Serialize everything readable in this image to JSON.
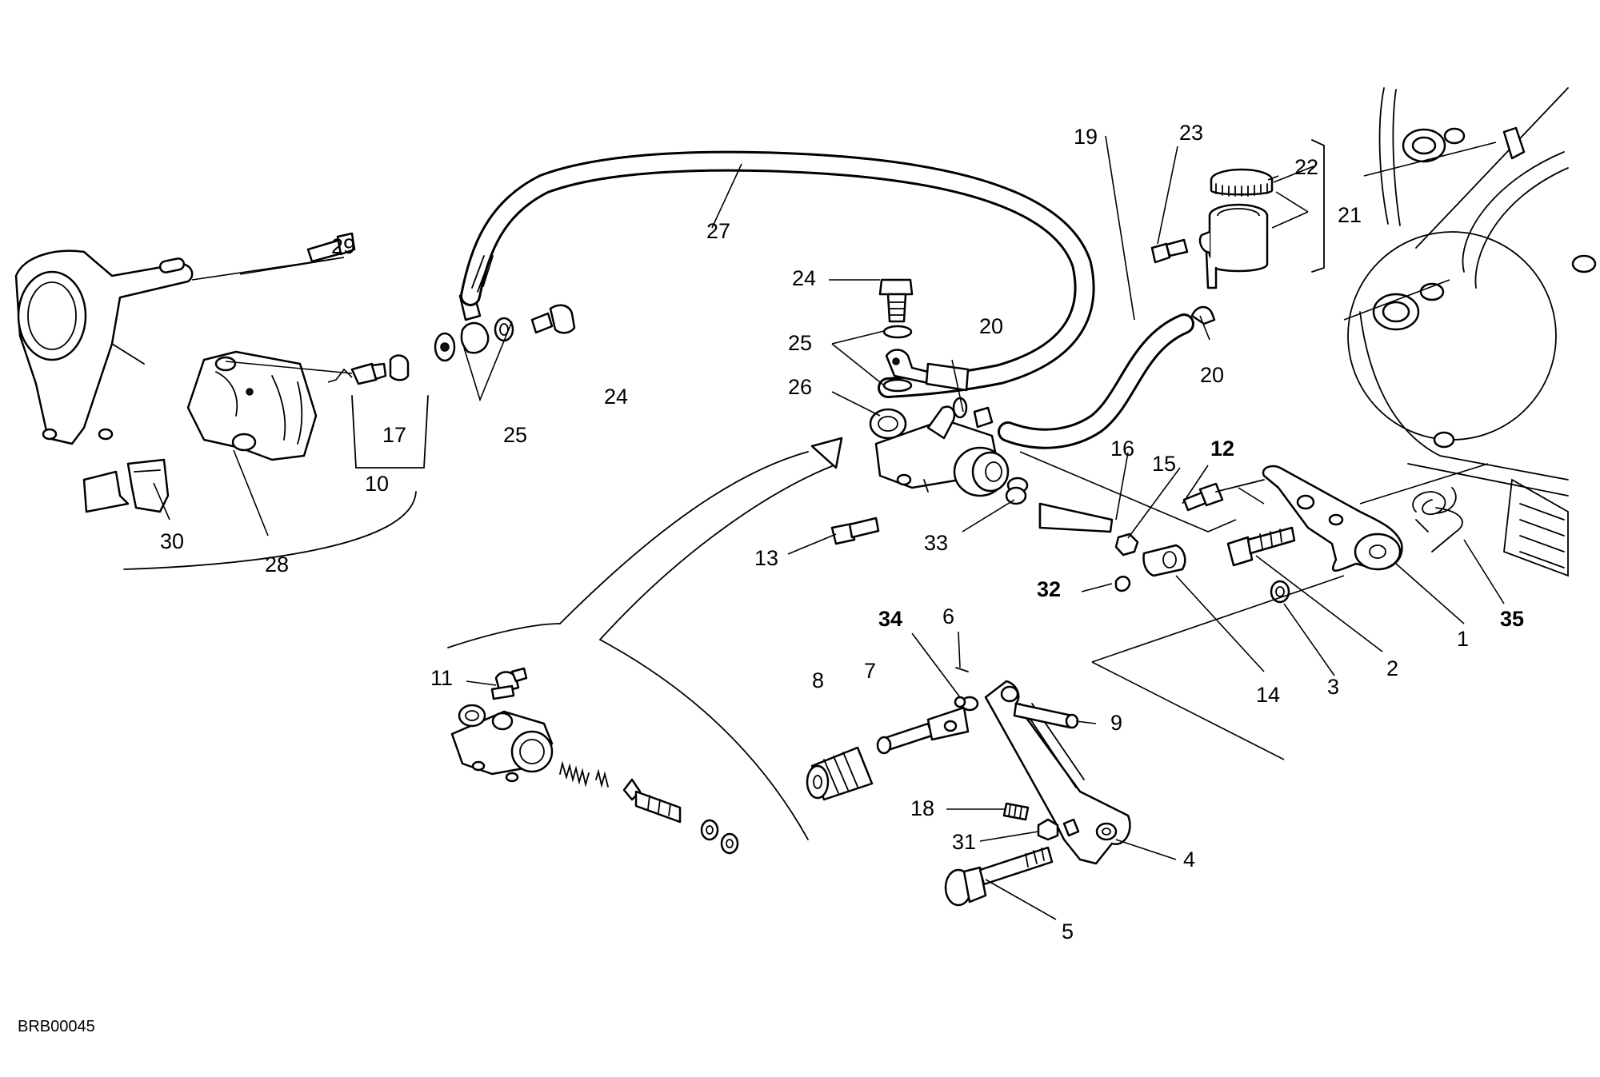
{
  "diagram_code": "BRB00045",
  "callouts": [
    {
      "id": "1",
      "text": "1",
      "bold": false
    },
    {
      "id": "2",
      "text": "2",
      "bold": false
    },
    {
      "id": "3",
      "text": "3",
      "bold": false
    },
    {
      "id": "4",
      "text": "4",
      "bold": false
    },
    {
      "id": "5",
      "text": "5",
      "bold": false
    },
    {
      "id": "6",
      "text": "6",
      "bold": false
    },
    {
      "id": "7",
      "text": "7",
      "bold": false
    },
    {
      "id": "8",
      "text": "8",
      "bold": false
    },
    {
      "id": "9",
      "text": "9",
      "bold": false
    },
    {
      "id": "10",
      "text": "10",
      "bold": false
    },
    {
      "id": "11",
      "text": "11",
      "bold": false
    },
    {
      "id": "12",
      "text": "12",
      "bold": true
    },
    {
      "id": "13",
      "text": "13",
      "bold": false
    },
    {
      "id": "14",
      "text": "14",
      "bold": false
    },
    {
      "id": "15",
      "text": "15",
      "bold": false
    },
    {
      "id": "16",
      "text": "16",
      "bold": false
    },
    {
      "id": "17",
      "text": "17",
      "bold": false
    },
    {
      "id": "18",
      "text": "18",
      "bold": false
    },
    {
      "id": "19",
      "text": "19",
      "bold": false
    },
    {
      "id": "20a",
      "text": "20",
      "bold": false
    },
    {
      "id": "20b",
      "text": "20",
      "bold": false
    },
    {
      "id": "21",
      "text": "21",
      "bold": false
    },
    {
      "id": "22",
      "text": "22",
      "bold": false
    },
    {
      "id": "23",
      "text": "23",
      "bold": false
    },
    {
      "id": "24a",
      "text": "24",
      "bold": false
    },
    {
      "id": "24b",
      "text": "24",
      "bold": false
    },
    {
      "id": "25a",
      "text": "25",
      "bold": false
    },
    {
      "id": "25b",
      "text": "25",
      "bold": false
    },
    {
      "id": "26",
      "text": "26",
      "bold": false
    },
    {
      "id": "27",
      "text": "27",
      "bold": false
    },
    {
      "id": "28",
      "text": "28",
      "bold": false
    },
    {
      "id": "29",
      "text": "29",
      "bold": false
    },
    {
      "id": "30",
      "text": "30",
      "bold": false
    },
    {
      "id": "31",
      "text": "31",
      "bold": false
    },
    {
      "id": "32",
      "text": "32",
      "bold": true
    },
    {
      "id": "33",
      "text": "33",
      "bold": false
    },
    {
      "id": "34",
      "text": "34",
      "bold": true
    },
    {
      "id": "35",
      "text": "35",
      "bold": true
    }
  ]
}
